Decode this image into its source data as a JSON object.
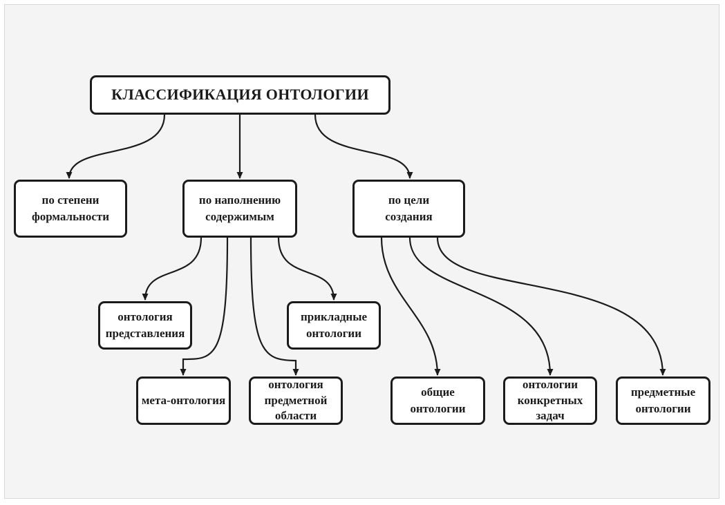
{
  "diagram": {
    "title": "КЛАССИФИКАЦИЯ ОНТОЛОГИИ",
    "branches": {
      "formality": "по степени формальности",
      "content": "по наполнению содержимым",
      "purpose": "по цели создания"
    },
    "content_children": {
      "representation": "онтология представления",
      "meta": "мета-онтология",
      "domain": "онтология предметной области",
      "applied": "прикладные онтологии"
    },
    "purpose_children": {
      "general": "общие онтологии",
      "tasks": "онтологии конкретных задач",
      "subject": "предметные онтологии"
    },
    "colors": {
      "stroke": "#1b1b1b",
      "node_fill": "#ffffff",
      "background": "#f4f4f4"
    }
  }
}
